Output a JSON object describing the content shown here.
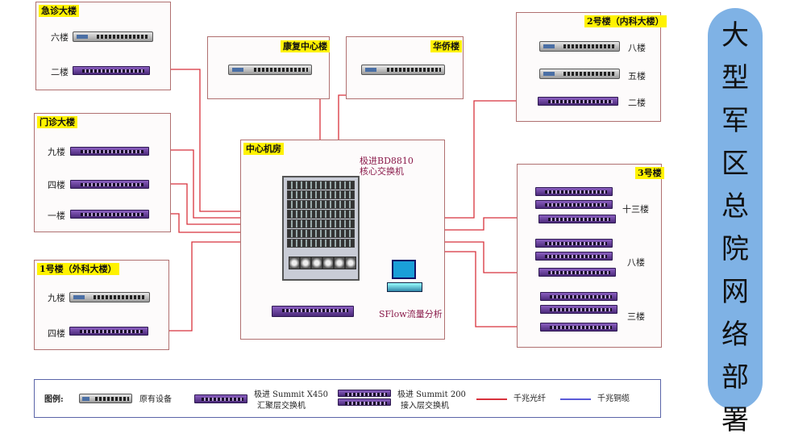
{
  "title": "大型军区总院网络部署",
  "buildings": {
    "emergency": {
      "name": "急诊大楼",
      "floors": [
        "六楼",
        "二楼"
      ]
    },
    "rehab": {
      "name": "康复中心楼"
    },
    "overseas": {
      "name": "华侨楼"
    },
    "building2": {
      "name": "2号楼（内科大楼）",
      "floors": [
        "八楼",
        "五楼",
        "二楼"
      ]
    },
    "outpatient": {
      "name": "门诊大楼",
      "floors": [
        "九楼",
        "四楼",
        "一楼"
      ]
    },
    "building1": {
      "name": "1号楼（外科大楼）",
      "floors": [
        "九楼",
        "四楼"
      ]
    },
    "building3": {
      "name": "3号楼",
      "floors": [
        "十三楼",
        "八楼",
        "三楼"
      ]
    },
    "core": {
      "name": "中心机房",
      "switch_label_1": "极进BD8810",
      "switch_label_2": "核心交换机",
      "sflow_label": "SFlow流量分析"
    }
  },
  "legend": {
    "title": "图例:",
    "existing": "原有设备",
    "x450_line1": "极进 Summit X450",
    "x450_line2": "汇聚层交换机",
    "s200_line1": "极进 Summit 200",
    "s200_line2": "接入层交换机",
    "fiber": "千兆光纤",
    "copper": "千兆铜缆"
  },
  "colors": {
    "fiber": "#d8323c",
    "copper": "#5a5ad8",
    "accent_yellow": "#fff200",
    "title_bg": "#7fb2e5"
  }
}
